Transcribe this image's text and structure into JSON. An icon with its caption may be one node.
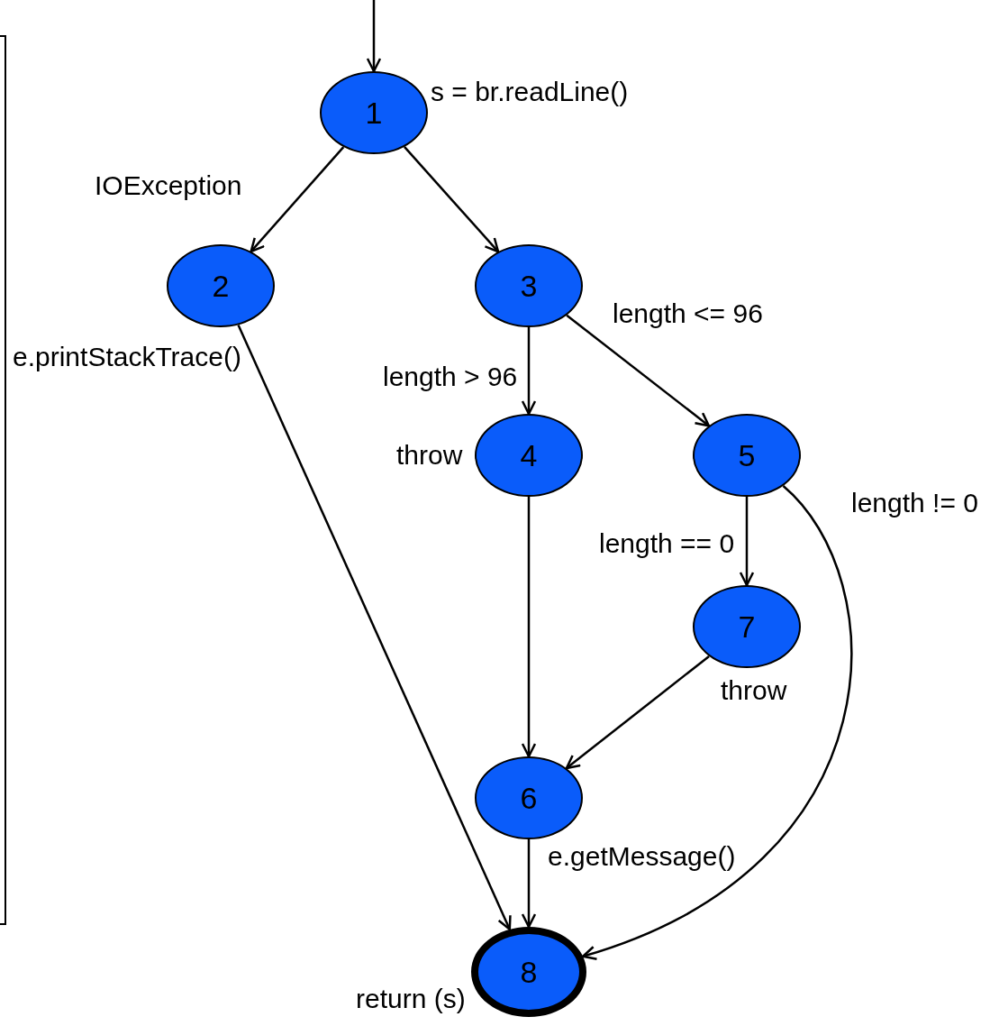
{
  "diagram": {
    "nodes": [
      {
        "text": [
          "1"
        ],
        "beside": [
          "s = br.readLine()"
        ]
      },
      {
        "text": [
          "2"
        ],
        "beside": [
          "e.printStackTrace()"
        ]
      },
      {
        "text": [
          "3"
        ]
      },
      {
        "text": [
          "4"
        ],
        "beside": [
          "throw"
        ]
      },
      {
        "text": [
          "5"
        ]
      },
      {
        "text": [
          "6"
        ],
        "beside": [
          "e.getMessage()"
        ]
      },
      {
        "text": [
          "7"
        ],
        "beside": [
          "throw"
        ]
      },
      {
        "text": [
          "8"
        ],
        "beside": [
          "return (s)"
        ]
      }
    ],
    "edges": [
      {
        "from": null,
        "to": 0,
        "arrow": "to"
      },
      {
        "from": 0,
        "to": 1,
        "arrow": "to",
        "label": "IOException"
      },
      {
        "from": 0,
        "to": 2,
        "arrow": "to"
      },
      {
        "from": 1,
        "to": 7,
        "arrow": "to"
      },
      {
        "from": 2,
        "to": 3,
        "arrow": "to",
        "label": "length > 96"
      },
      {
        "from": 2,
        "to": 4,
        "arrow": "to",
        "label": "length <= 96"
      },
      {
        "from": 3,
        "to": 5,
        "arrow": "to"
      },
      {
        "from": 4,
        "to": 6,
        "arrow": "to",
        "label": "length == 0"
      },
      {
        "from": 4,
        "to": 7,
        "arrow": "to",
        "label": "length != 0"
      },
      {
        "from": 6,
        "to": 5,
        "arrow": "to"
      },
      {
        "from": 5,
        "to": 7,
        "arrow": "to"
      }
    ]
  }
}
